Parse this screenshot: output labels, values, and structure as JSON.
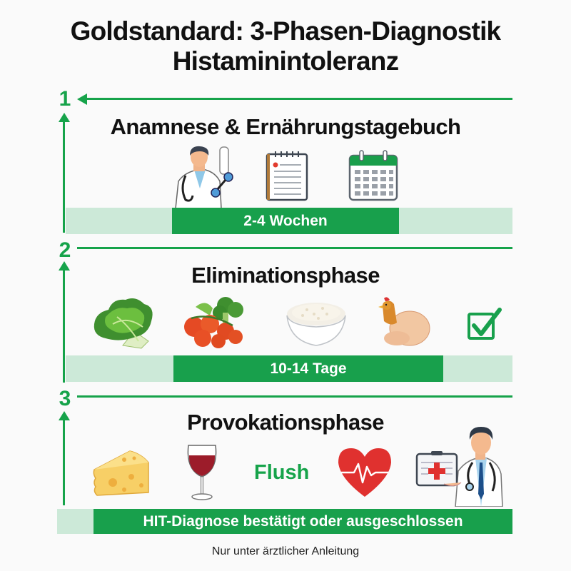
{
  "header": {
    "title_line1": "Goldstandard: 3-Phasen-Diagnostik",
    "title_line2": "Histaminintoleranz"
  },
  "phases": [
    {
      "number": "1",
      "title": "Anamnese & Ernährungstagebuch",
      "duration": "2-4 Wochen",
      "icons": [
        "doctor-with-test-tube-icon",
        "notepad-icon",
        "calendar-icon"
      ]
    },
    {
      "number": "2",
      "title": "Eliminationsphase",
      "duration": "10-14 Tage",
      "icons": [
        "lettuce-icon",
        "tomatoes-broccoli-icon",
        "rice-bowl-icon",
        "chicken-icon",
        "checkbox-checked-icon"
      ]
    },
    {
      "number": "3",
      "title": "Provokationsphase",
      "flush_label": "Flush",
      "result": "HIT-Diagnose bestätigt oder ausgeschlossen",
      "icons": [
        "cheese-icon",
        "red-wine-glass-icon",
        "heart-pulse-icon",
        "doctor-with-clipboard-icon"
      ]
    }
  ],
  "footer": {
    "note": "Nur unter ärztlicher Anleitung"
  },
  "colors": {
    "accent_green": "#16a34a",
    "bar_green": "#18a04c",
    "track_green": "#cce9d8",
    "text": "#111111"
  }
}
